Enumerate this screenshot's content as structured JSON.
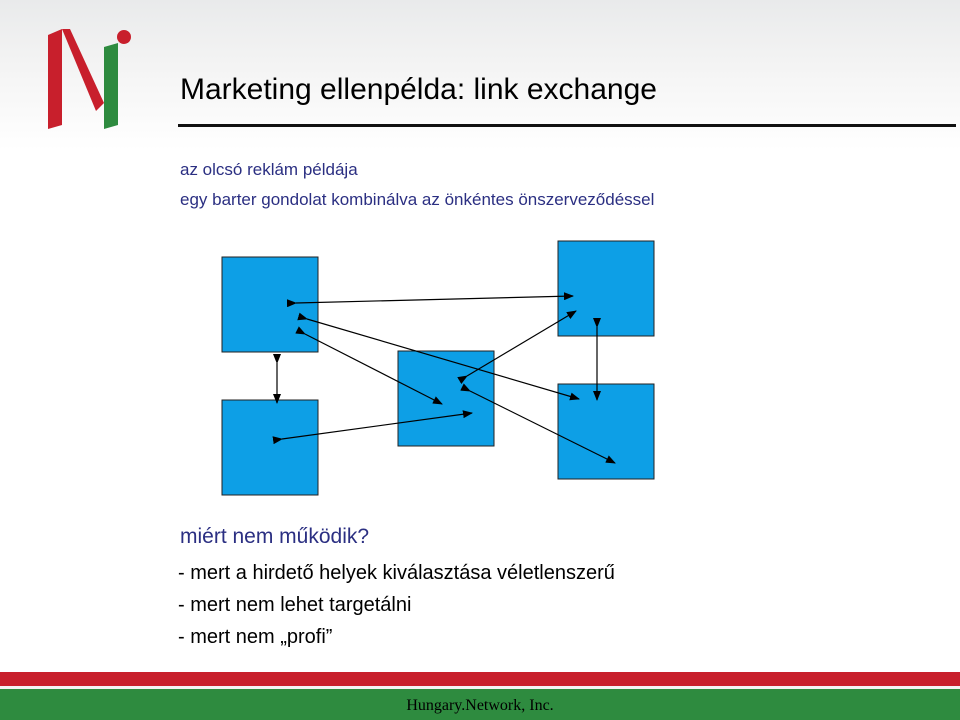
{
  "slide": {
    "title": "Marketing ellenpélda: link exchange",
    "subtitle_lines": [
      "az olcsó reklám példája",
      "egy barter gondolat kombinálva az önkéntes önszerveződéssel"
    ],
    "question": "miért nem működik?",
    "reasons": [
      "- mert a hirdető helyek kiválasztása véletlenszerű",
      "- mert nem lehet targetálni",
      "- mert nem „profi”"
    ],
    "footer": "Hungary.Network, Inc."
  },
  "colors": {
    "box_fill": "#0d9fe6",
    "box_stroke": "#222222",
    "accent_text": "#2b2f82",
    "logo_red": "#c81f2c",
    "logo_green": "#2e8b3f",
    "footer_red": "#c81f2c",
    "footer_green": "#2e8b3f"
  },
  "icons": {
    "logo": "hungary-network-logo-icon"
  }
}
